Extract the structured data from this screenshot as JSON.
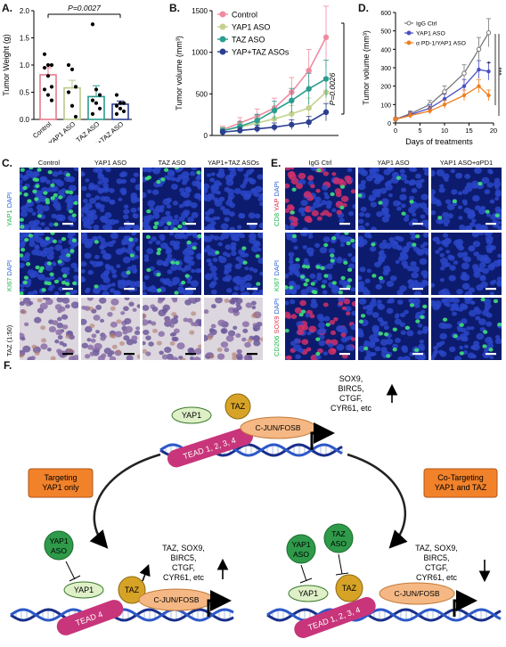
{
  "panels": {
    "A": {
      "letter": "A.",
      "chart_data": {
        "type": "bar",
        "categories": [
          "Control",
          "YAP1 ASO",
          "TAZ ASO",
          "YAP+TAZ ASO"
        ],
        "values": [
          0.82,
          0.58,
          0.42,
          0.28
        ],
        "errors": [
          0.13,
          0.14,
          0.2,
          0.06
        ],
        "points": [
          [
            1.2,
            1.0,
            1.0,
            0.95,
            0.8,
            0.6,
            0.55,
            0.45,
            0.35
          ],
          [
            1.0,
            0.92,
            0.6,
            0.5,
            0.25,
            0.05
          ],
          [
            1.75,
            0.55,
            0.45,
            0.35,
            0.3,
            0.2,
            0.1
          ],
          [
            0.45,
            0.3,
            0.3,
            0.25,
            0.2,
            0.15,
            0.1
          ]
        ],
        "ylabel": "Tumor Weight (g)",
        "ylim": [
          0,
          2.0
        ],
        "yticks": [
          "0.0",
          "0.5",
          "1.0",
          "1.5",
          "2.0"
        ],
        "annotation": "P=0.0027",
        "colors": [
          "#e8798e",
          "#b9c98a",
          "#2a9d8f",
          "#2b3f8f"
        ]
      }
    },
    "B": {
      "letter": "B.",
      "chart_data": {
        "type": "line",
        "x": [
          1,
          2,
          3,
          4,
          5,
          6,
          7
        ],
        "series": [
          {
            "name": "Control",
            "values": [
              70,
              150,
              230,
              330,
              520,
              780,
              1180
            ],
            "color": "#f08aa0"
          },
          {
            "name": "YAP1 ASO",
            "values": [
              60,
              100,
              150,
              200,
              260,
              330,
              520
            ],
            "color": "#c3d08e"
          },
          {
            "name": "TAZ ASO",
            "values": [
              55,
              110,
              180,
              300,
              420,
              560,
              680
            ],
            "color": "#2a9d8f"
          },
          {
            "name": "YAP+TAZ ASOs",
            "values": [
              40,
              60,
              80,
              100,
              130,
              160,
              280
            ],
            "color": "#2b3f8f"
          }
        ],
        "ylabel": "Tumor volume (mm³)",
        "ylim": [
          0,
          1500
        ],
        "yticks": [
          "0",
          "500",
          "1000",
          "1500"
        ],
        "annotation": "P=0.0026"
      }
    },
    "D": {
      "letter": "D.",
      "chart_data": {
        "type": "line",
        "x": [
          0,
          3,
          7,
          10,
          14,
          17,
          19
        ],
        "series": [
          {
            "name": "IgG Ctrl",
            "values": [
              20,
              50,
              100,
              170,
              270,
              400,
              490
            ],
            "color": "#777777"
          },
          {
            "name": "YAP1 ASO",
            "values": [
              20,
              45,
              80,
              130,
              200,
              290,
              280
            ],
            "color": "#4a4fc4"
          },
          {
            "name": "α PD-1/YAP1 ASO",
            "values": [
              20,
              40,
              65,
              100,
              150,
              200,
              150
            ],
            "color": "#f07e20"
          }
        ],
        "xlabel": "Days of treatments",
        "ylabel": "Tumor volume (mm³)",
        "xlim": [
          0,
          20
        ],
        "ylim": [
          0,
          600
        ],
        "xticks": [
          "0",
          "5",
          "10",
          "15",
          "20"
        ],
        "yticks": [
          "0",
          "100",
          "200",
          "300",
          "400",
          "500",
          "600"
        ],
        "annotation1": "*",
        "annotation2": "***"
      }
    },
    "C": {
      "letter": "C.",
      "cols": [
        "Control",
        "YAP1 ASO",
        "TAZ ASO",
        "YAP1+TAZ ASOs"
      ],
      "rows": [
        {
          "a": "YAP1",
          "b": " DAPI"
        },
        {
          "a": "KI67",
          "b": " DAPI"
        },
        {
          "a": "TAZ (1:50)",
          "b": ""
        }
      ]
    },
    "E": {
      "letter": "E.",
      "cols": [
        "IgG Ctrl",
        "YAP1 ASO",
        "YAP1 ASO+αPD1"
      ],
      "rows": [
        {
          "a": "CD8",
          "b": " YAP",
          "c": " DAPI"
        },
        {
          "a": "KI67",
          "b": " DAPI",
          "c": ""
        },
        {
          "a": "CD206",
          "b": " SOX9",
          "c": " DAPI"
        }
      ]
    },
    "F": {
      "letter": "F.",
      "top": {
        "yap": "YAP1",
        "taz": "TAZ",
        "cjun": "C-JUN/FOSB",
        "tead": "TEAD 1, 2, 3, 4",
        "targets": [
          "SOX9,",
          "BIRC5,",
          "CTGF,",
          "CYR61, etc"
        ]
      },
      "left_box": [
        "Targeting",
        "YAP1 only"
      ],
      "right_box": [
        "Co-Targeting",
        "YAP1 and TAZ"
      ],
      "left": {
        "aso": [
          "YAP1",
          "ASO"
        ],
        "yap": "YAP1",
        "taz": "TAZ",
        "cjun": "C-JUN/FOSB",
        "tead": "TEAD 4",
        "targets": [
          "TAZ, SOX9,",
          "BIRC5,",
          "CTGF,",
          "CYR61, etc"
        ]
      },
      "right": {
        "aso1": [
          "YAP1",
          "ASO"
        ],
        "aso2": [
          "TAZ",
          "ASO"
        ],
        "yap": "YAP1",
        "taz": "TAZ",
        "cjun": "C-JUN/FOSB",
        "tead": "TEAD 1, 2, 3, 4",
        "targets": [
          "TAZ, SOX9,",
          "BIRC5,",
          "CTGF,",
          "CYR61, etc"
        ]
      }
    }
  }
}
